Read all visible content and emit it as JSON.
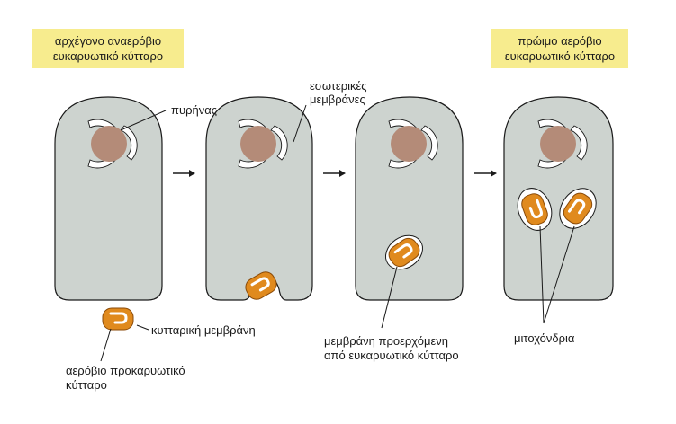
{
  "box_left": {
    "line1": "αρχέγονο αναερόβιο",
    "line2": "ευκαρυωτικό κύτταρο",
    "color": "#f7ec8e"
  },
  "box_right": {
    "line1": "πρώιμο αερόβιο",
    "line2": "ευκαρυωτικό κύτταρο",
    "color": "#f7ec8e"
  },
  "labels": {
    "nucleus": "πυρήνας",
    "internal_membranes_1": "εσωτερικές",
    "internal_membranes_2": "μεμβράνες",
    "cell_membrane": "κυτταρική μεμβράνη",
    "aerobic_prokaryote_1": "αερόβιο προκαρυωτικό",
    "aerobic_prokaryote_2": "κύτταρο",
    "derived_membrane_1": "μεμβράνη προερχόμενη",
    "derived_membrane_2": "από ευκαρυωτικό κύτταρο",
    "mitochondria": "μιτοχόνδρια"
  },
  "colors": {
    "cell": "#cdd3cf",
    "nucleus": "#b48b78",
    "bacterium": "#e08a1e"
  }
}
